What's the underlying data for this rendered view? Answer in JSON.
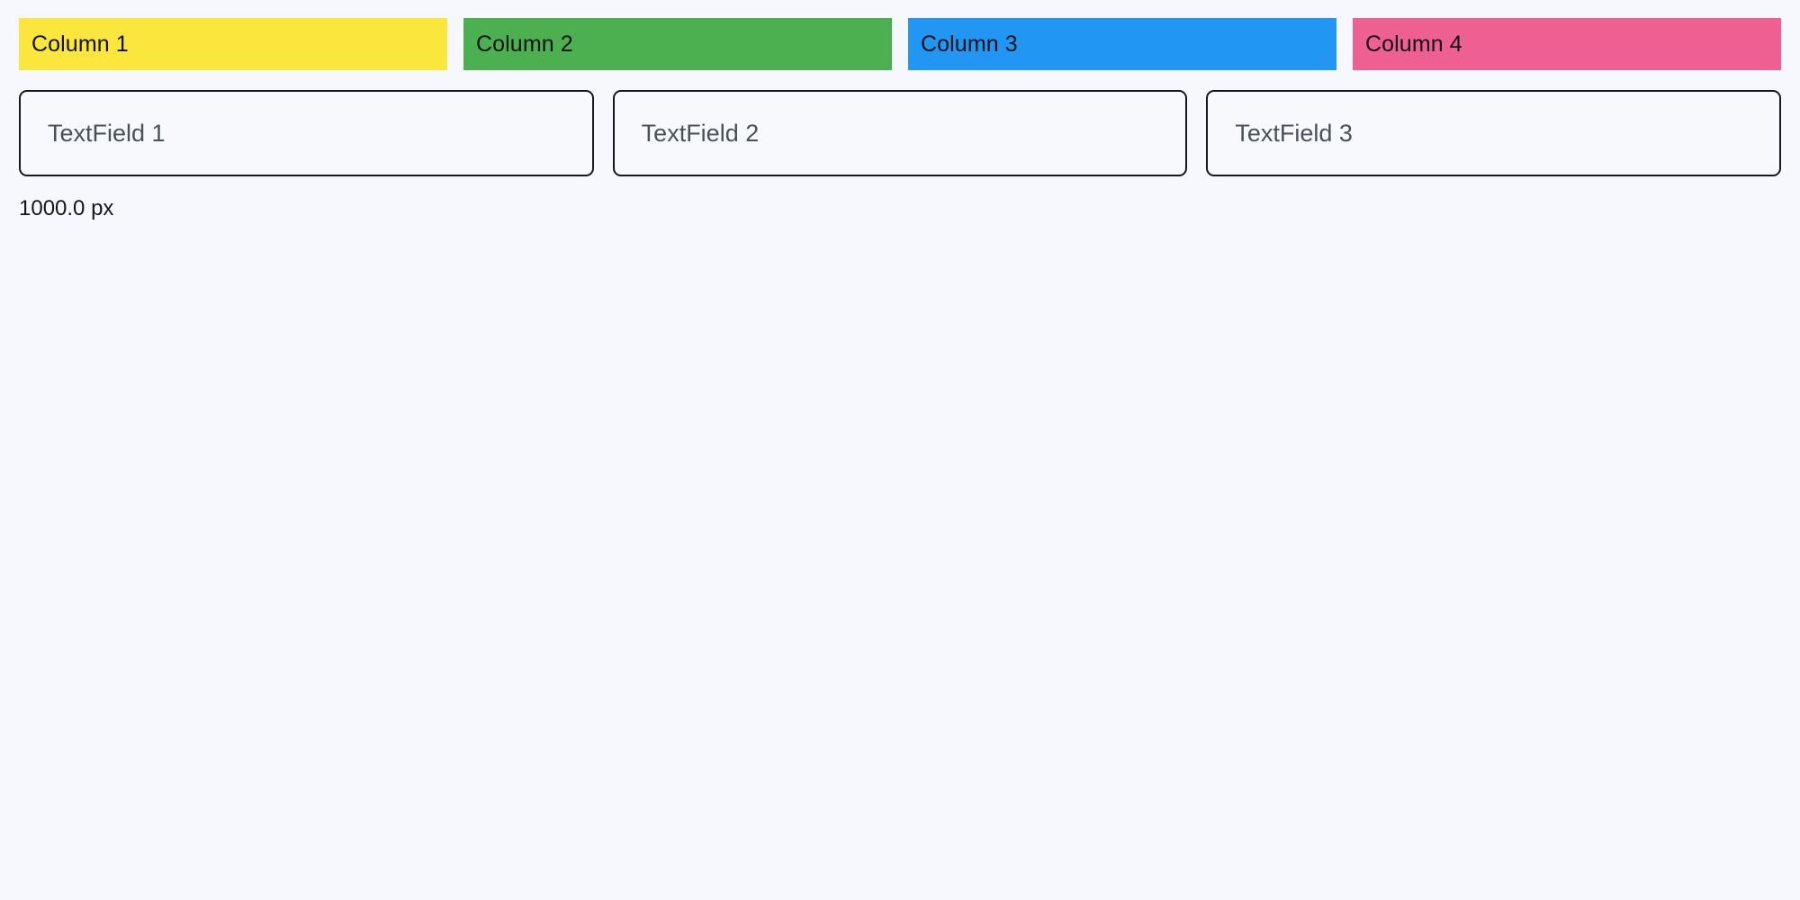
{
  "page": {
    "background_color": "#f7f8fd"
  },
  "columns_row": {
    "items": [
      {
        "label": "Column 1",
        "color": "#fae63c",
        "text_color": "#101114"
      },
      {
        "label": "Column 2",
        "color": "#4caf50",
        "text_color": "#101114"
      },
      {
        "label": "Column 3",
        "color": "#2196f3",
        "text_color": "#101114"
      },
      {
        "label": "Column 4",
        "color": "#ef6092",
        "text_color": "#101114"
      }
    ]
  },
  "fields_row": {
    "fields": [
      {
        "placeholder": "TextField 1",
        "value": ""
      },
      {
        "placeholder": "TextField 2",
        "value": ""
      },
      {
        "placeholder": "TextField 3",
        "value": ""
      }
    ],
    "border_color": "#16181d",
    "text_color": "#4a5058"
  },
  "status": {
    "measurement": "1000.0 px"
  }
}
